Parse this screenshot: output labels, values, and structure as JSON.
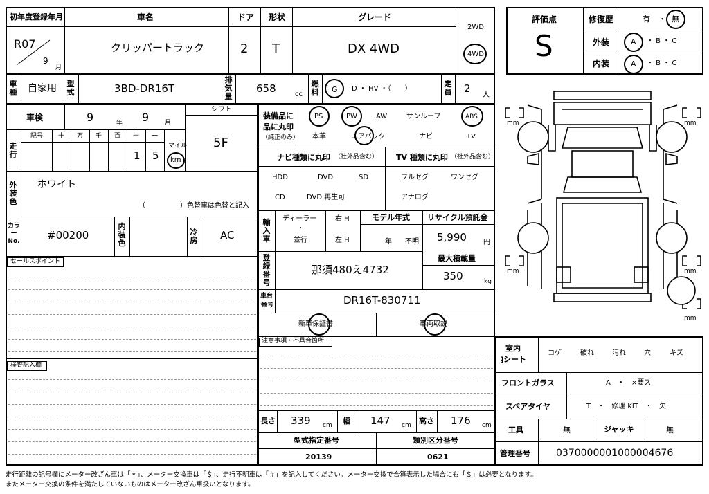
{
  "header": {
    "first_reg_label": "初年度登録年月",
    "first_reg_year": "R07",
    "first_reg_month": "9",
    "month_unit": "月",
    "car_name_label": "車名",
    "car_name": "クリッパートラック",
    "door_label": "ドア",
    "door": "2",
    "shape_label": "形状",
    "shape": "T",
    "grade_label": "グレード",
    "grade": "DX 4WD",
    "drive_2wd": "2WD",
    "drive_4wd": "4WD"
  },
  "row2": {
    "usage_label": "車種",
    "usage": "自家用",
    "model_label": "型式",
    "model": "3BD-DR16T",
    "displacement_label": "排気量",
    "displacement": "658",
    "cc": "cc",
    "fuel_label": "燃料",
    "fuel_g": "G",
    "fuel_opts": "D ・ HV ・（　　）",
    "capacity_label": "定員",
    "capacity": "2",
    "capacity_unit": "人"
  },
  "eval": {
    "score_label": "評価点",
    "score": "S",
    "repair_label": "修復歴",
    "repair_yes": "有",
    "repair_dot": "・",
    "repair_no": "無",
    "exterior_label": "外装",
    "interior_label": "内装",
    "grade_a": "A",
    "grade_rest": "・ B ・ C"
  },
  "inspection": {
    "label": "車検",
    "year": "9",
    "year_unit": "年",
    "month": "9",
    "month_unit": "月",
    "shift_label": "シフト",
    "shift": "5F"
  },
  "mileage": {
    "label": "走行",
    "symbol_label": "記号",
    "units": [
      "十",
      "万",
      "千",
      "百",
      "十",
      "一"
    ],
    "digits": [
      "",
      "",
      "",
      "",
      "1",
      "5"
    ],
    "unit_mile": "マイル",
    "unit_km": "km"
  },
  "color": {
    "label": "外装色",
    "value": "ホワイト",
    "note": "（　　　　　）色替車は色替と記入",
    "code_label": "カラーNo.",
    "code": "#00200",
    "interior_color_label": "内装色",
    "ac_label": "冷房",
    "ac": "AC"
  },
  "sales_point_label": "セールスポイント",
  "inspector_label": "検査記入欄",
  "equipment": {
    "label": "装備品に丸印",
    "sub": "（純正のみ）",
    "row1": [
      "PS",
      "PW",
      "AW",
      "サンルーフ",
      "ABS"
    ],
    "row2": [
      "本革",
      "エアバック",
      "ナビ",
      "TV"
    ]
  },
  "navi": {
    "label": "ナビ種類に丸印",
    "sub": "（社外品含む）",
    "opts": [
      "HDD",
      "DVD",
      "SD",
      "CD",
      "DVD 再生可"
    ]
  },
  "tv": {
    "label": "TV 種類に丸印",
    "sub": "（社外品含む）",
    "opts": [
      "フルセグ",
      "ワンセグ",
      "アナログ"
    ]
  },
  "import": {
    "label": "輸入車",
    "dealer": "ディーラー",
    "dot": "・",
    "parallel": "並行",
    "right": "右 H",
    "left": "左 H"
  },
  "model_year": {
    "label": "モデル年式",
    "year_unit": "年",
    "unknown": "不明"
  },
  "recycle": {
    "label": "リサイクル預託金",
    "value": "5,990",
    "unit": "円"
  },
  "registration": {
    "label": "登録番号",
    "value": "那須480え4732"
  },
  "max_load": {
    "label": "最大積載量",
    "value": "350",
    "unit": "kg"
  },
  "chassis": {
    "label": "車台番号",
    "value": "DR16T-830711"
  },
  "docs": {
    "warranty": "新車保証書",
    "manual": "車両取説"
  },
  "notes_label": "注意事項・不具合箇所",
  "dims": {
    "length_label": "長さ",
    "length": "339",
    "width_label": "幅",
    "width": "147",
    "height_label": "高さ",
    "height": "176",
    "unit": "cm"
  },
  "type_designation": {
    "label": "型式指定番号",
    "value": "20139"
  },
  "category": {
    "label": "類別区分番号",
    "value": "0621"
  },
  "right_table": {
    "interior_seat_label": "室内シート",
    "seat_opts": [
      "コゲ",
      "破れ",
      "汚れ",
      "穴",
      "キズ"
    ],
    "windshield_label": "フロントガラス",
    "windshield_opts": "A　・　×要ス",
    "spare_label": "スペアタイヤ",
    "spare_opts": "T　・　修理 KIT　・　欠",
    "tools_label": "工具",
    "tools": "無",
    "jack_label": "ジャッキ",
    "jack": "無",
    "mgmt_label": "管理番号",
    "mgmt": "0370000001000004676"
  },
  "diagram": {
    "mm": "mm"
  },
  "footer": {
    "line1": "走行距離の記号欄にメーター改ざん車は「＊」、メーター交換車は「＄」、走行不明車は「＃」を記入してください。メーター交換で合算表示した場合にも「＄」は必要となります。",
    "line2": "またメーター交換の条件を満たしていないものはメーター改ざん車扱いとなります。"
  }
}
